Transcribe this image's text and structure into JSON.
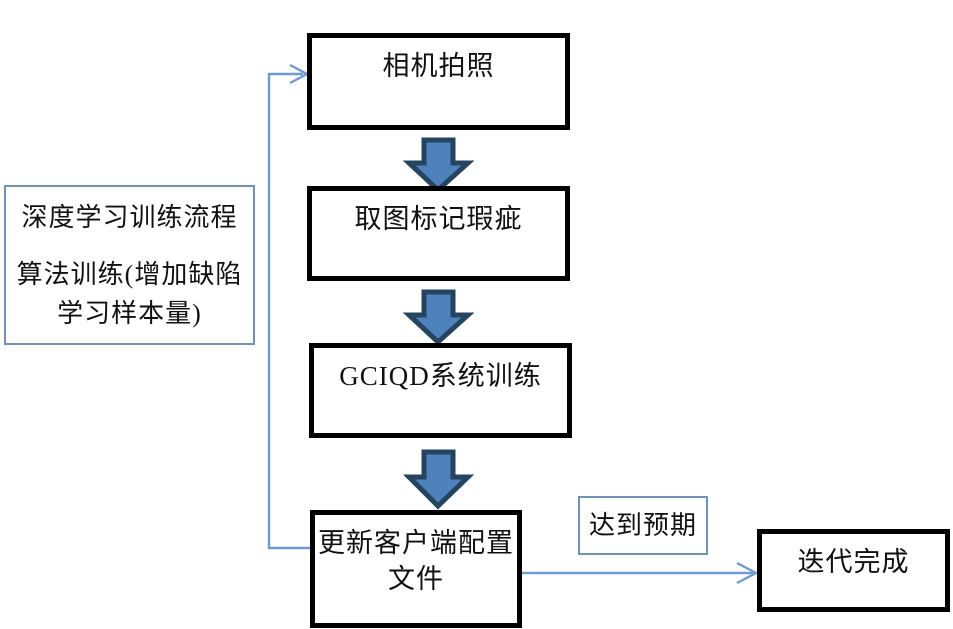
{
  "diagram": {
    "title_text_present": false,
    "colors": {
      "box_border": "#000000",
      "note_border": "#6e92b8",
      "block_arrow_fill": "#4f81bd",
      "block_arrow_stroke": "#25445f",
      "connector_line": "#6f9ad3",
      "text": "#111111",
      "background": "#ffffff"
    },
    "nodes": {
      "note_training": {
        "line1": "深度学习训练流程",
        "line2": "算法训练(增加缺陷",
        "line3": "学习样本量)"
      },
      "step1": {
        "label": "相机拍照"
      },
      "step2": {
        "label": "取图标记瑕疵"
      },
      "step3": {
        "label": "GCIQD系统训练"
      },
      "step4": {
        "line1": "更新客户端配置",
        "line2": "文件"
      },
      "note_expectation": {
        "label": "达到预期"
      },
      "result": {
        "label": "迭代完成"
      }
    },
    "edges": [
      {
        "name": "step1-to-step2",
        "kind": "block-arrow",
        "direction": "down"
      },
      {
        "name": "step2-to-step3",
        "kind": "block-arrow",
        "direction": "down"
      },
      {
        "name": "step3-to-step4",
        "kind": "block-arrow",
        "direction": "down"
      },
      {
        "name": "step4-to-result",
        "kind": "line-arrow",
        "direction": "right",
        "label": "达到预期"
      },
      {
        "name": "step4-feedback-to-step1",
        "kind": "line-arrow",
        "direction": "loop-left-up-right"
      }
    ]
  }
}
